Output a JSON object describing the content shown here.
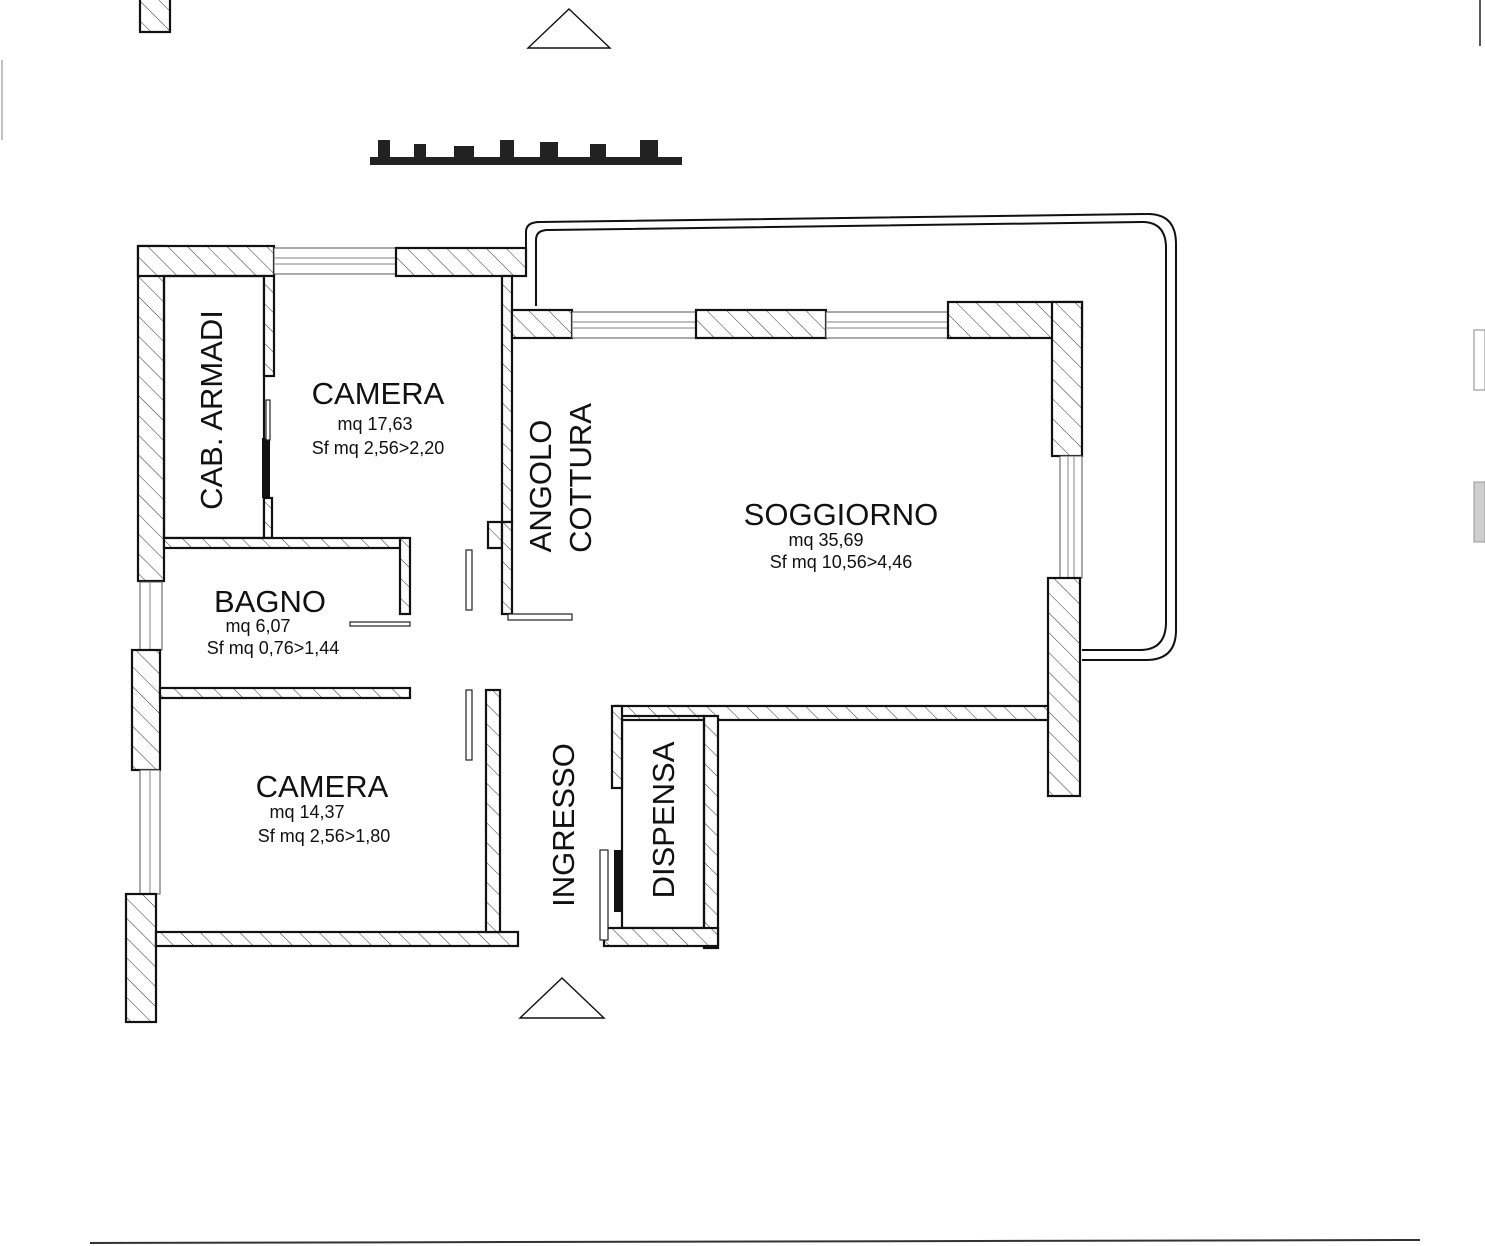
{
  "rooms": {
    "camera_top": {
      "name": "CAMERA",
      "area": "mq 17,63",
      "sf": "Sf mq 2,56>2,20"
    },
    "cab_armadi": {
      "name": "CAB. ARMADI"
    },
    "bagno": {
      "name": "BAGNO",
      "area": "mq 6,07",
      "sf": "Sf mq 0,76>1,44"
    },
    "camera_bottom": {
      "name": "CAMERA",
      "area": "mq 14,37",
      "sf": "Sf mq 2,56>1,80"
    },
    "angolo_cottura": {
      "line1": "ANGOLO",
      "line2": "COTTURA"
    },
    "soggiorno": {
      "name": "SOGGIORNO",
      "area": "mq 35,69",
      "sf": "Sf mq 10,56>4,46"
    },
    "ingresso": {
      "name": "INGRESSO"
    },
    "dispensa": {
      "name": "DISPENSA"
    }
  },
  "colors": {
    "ink": "#111111",
    "paper": "#ffffff"
  }
}
